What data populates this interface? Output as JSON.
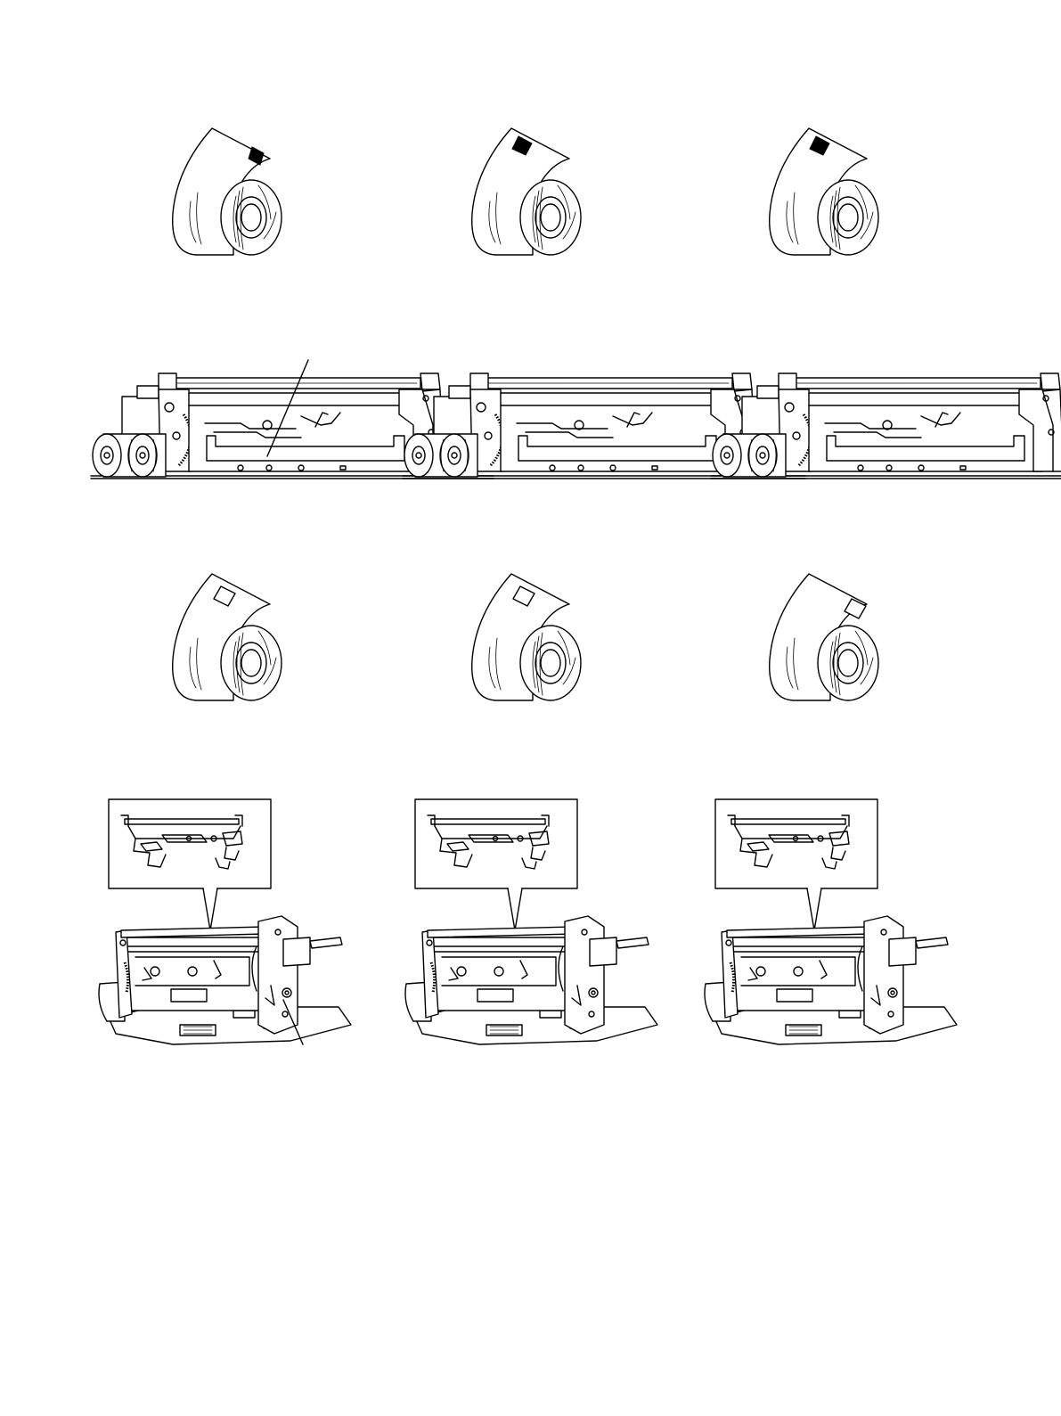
{
  "figure": {
    "rows": [
      {
        "kind": "paper-roll",
        "items": [
          {
            "mark": "black"
          },
          {
            "mark": "black"
          },
          {
            "mark": "black"
          }
        ]
      },
      {
        "kind": "mechanism-side-view",
        "items": [
          {
            "callout": true
          },
          {
            "callout": false
          },
          {
            "callout": false
          }
        ]
      },
      {
        "kind": "paper-roll",
        "items": [
          {
            "mark": "white"
          },
          {
            "mark": "white"
          },
          {
            "mark": "white"
          }
        ]
      },
      {
        "kind": "mechanism-perspective-with-inset",
        "items": [
          {
            "callout": true
          },
          {
            "callout": false
          },
          {
            "callout": false
          }
        ]
      }
    ]
  }
}
